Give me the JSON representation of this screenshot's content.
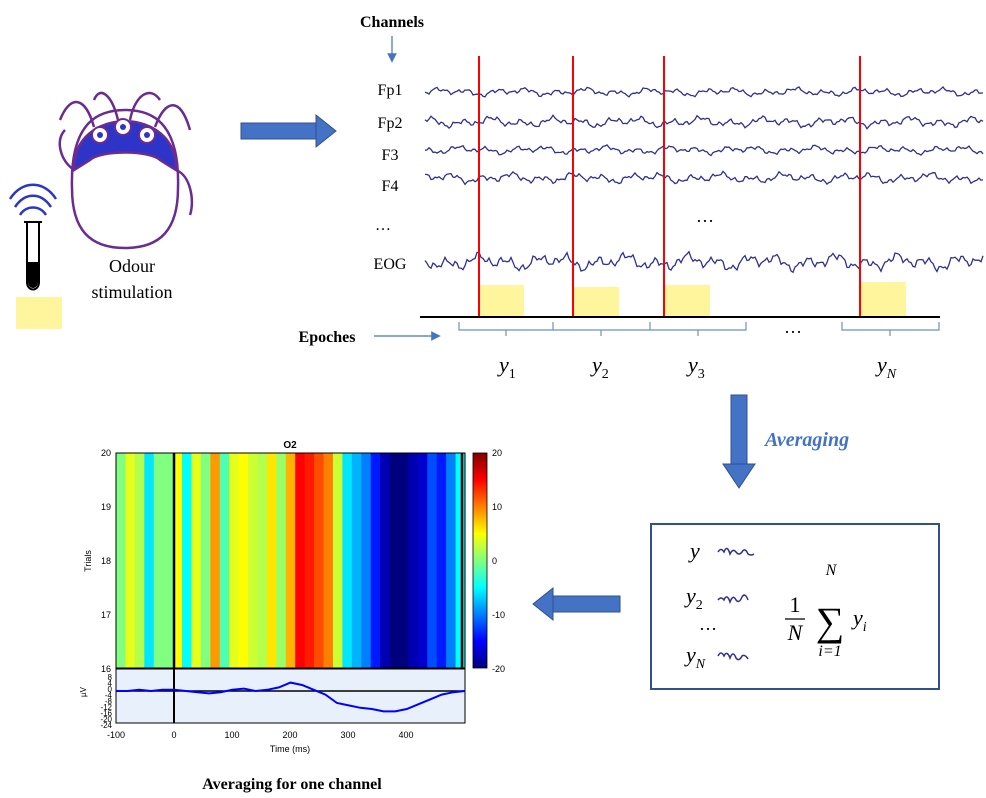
{
  "labels": {
    "channels": "Channels",
    "epoches": "Epoches",
    "odour": [
      "Odour",
      "stimulation"
    ],
    "averaging": "Averaging",
    "caption": "Averaging for one channel",
    "ellipsis": "…"
  },
  "channels": [
    "Fp1",
    "Fp2",
    "F3",
    "F4",
    "…",
    "EOG"
  ],
  "epochs": [
    {
      "base": "y",
      "sub": "1"
    },
    {
      "base": "y",
      "sub": "2"
    },
    {
      "base": "y",
      "sub": "3"
    },
    {
      "base": "y",
      "sub": "N"
    }
  ],
  "average_box": {
    "rows": [
      {
        "base": "y",
        "sub": ""
      },
      {
        "base": "y",
        "sub": "2"
      },
      {
        "base": "y",
        "sub": "N"
      }
    ],
    "formula": {
      "frac_top": "1",
      "frac_bottom": "N",
      "sum_top": "N",
      "sum_bottom": "i=1",
      "term_base": "y",
      "term_sub": "i"
    }
  },
  "colors": {
    "arrow": "#4472c4",
    "trace": "#2e3192",
    "marker": "#ff0000",
    "stim_box": "#fff59d",
    "cap": "#2f34c8",
    "cap_outline": "#6a2c91",
    "averaging_text": "#4472c4",
    "erp_line": "#0000ff",
    "erp_bg": "#e8f0fb"
  },
  "chart_data": {
    "type": "heatmap",
    "title": "O2",
    "ylabel": "Trials",
    "xlabel": "Time (ms)",
    "colorbar_ticks": [
      "20",
      "10",
      "0",
      "-10",
      "-20"
    ],
    "y_ticks": [
      "20",
      "19",
      "18",
      "17",
      "16"
    ],
    "x_ticks": [
      "-100",
      "0",
      "100",
      "200",
      "300",
      "400"
    ],
    "xlim": [
      -100,
      500
    ],
    "ylim": [
      16,
      20
    ],
    "clim": [
      -20,
      20
    ],
    "erp": {
      "ylabel": "µV",
      "y_ticks": [
        "8",
        "4",
        "0",
        "-4",
        "-8",
        "-12",
        "-16",
        "-20",
        "-24"
      ],
      "ylim": [
        -24,
        12
      ],
      "t": [
        -100,
        -80,
        -60,
        -40,
        -20,
        0,
        20,
        40,
        60,
        80,
        100,
        120,
        140,
        160,
        180,
        200,
        220,
        240,
        260,
        280,
        300,
        320,
        340,
        360,
        380,
        400,
        420,
        440,
        460,
        480,
        500
      ],
      "v": [
        0,
        0,
        1,
        0,
        1,
        1,
        0,
        -1,
        -2,
        -1,
        1,
        2,
        0,
        1,
        3,
        7,
        5,
        1,
        -3,
        -10,
        -12,
        -14,
        -15,
        -17,
        -17,
        -15,
        -11,
        -7,
        -3,
        -1,
        0
      ]
    },
    "heat_values": [
      0,
      4,
      2,
      -6,
      0,
      0,
      5,
      -5,
      4,
      0,
      9,
      -2,
      4,
      5,
      3,
      2,
      6,
      1,
      8,
      15,
      14,
      12,
      10,
      3,
      -6,
      -8,
      -10,
      -14,
      -18,
      -20,
      -20,
      -18,
      -17,
      -12,
      -14,
      -10,
      -5
    ]
  }
}
